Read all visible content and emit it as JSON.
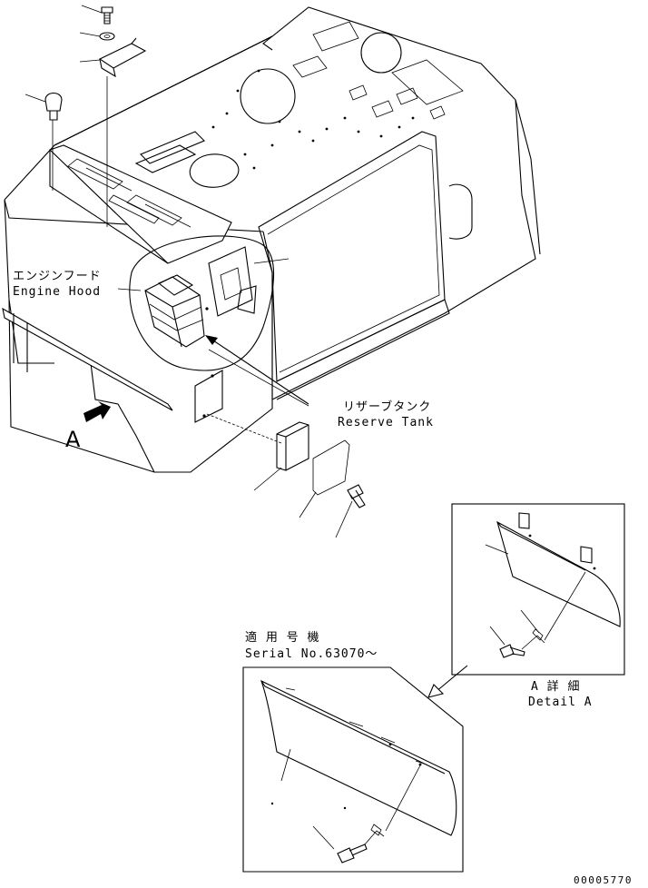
{
  "labels": {
    "engine_hood_jp": "エンジンフード",
    "engine_hood_en": "Engine Hood",
    "reserve_tank_jp": "リザーブタンク",
    "reserve_tank_en": "Reserve Tank",
    "view_letter": "A",
    "detail_jp": "A 詳 細",
    "detail_en": "Detail A",
    "serial_jp": "適 用 号 機",
    "serial_en": "Serial No.63070～",
    "drawing_code": "00005770"
  }
}
